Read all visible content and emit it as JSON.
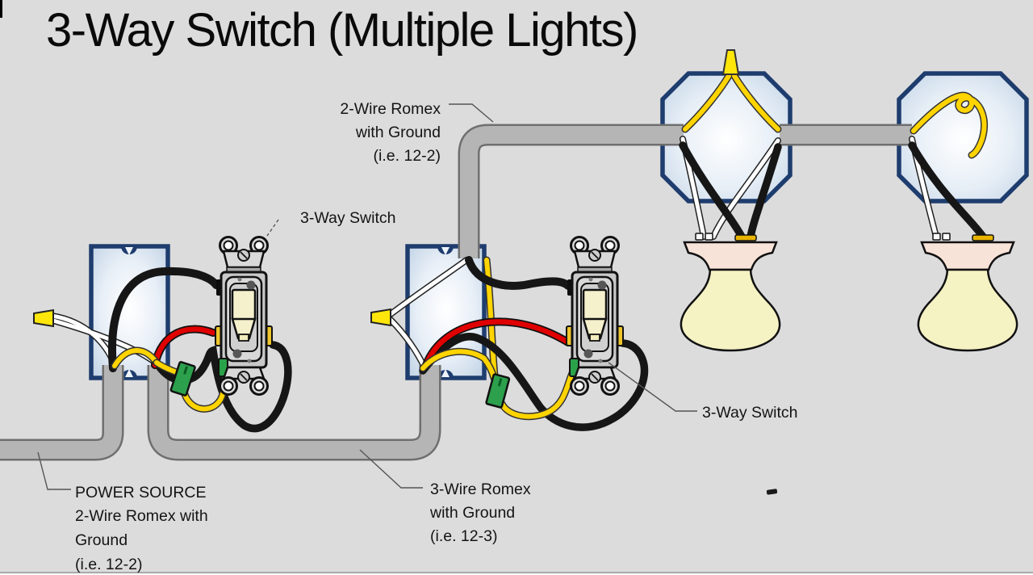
{
  "title": "3-Way Switch (Multiple Lights)",
  "annotations": {
    "romex2_top": {
      "lines": [
        "2-Wire Romex",
        "with Ground",
        "(i.e. 12-2)"
      ]
    },
    "switch_label_1": "3-Way Switch",
    "switch_label_2": "3-Way Switch",
    "power_source": {
      "lines": [
        "POWER SOURCE",
        "2-Wire Romex with",
        "Ground",
        "(i.e. 12-2)"
      ]
    },
    "romex3_bottom": {
      "lines": [
        "3-Wire Romex",
        "with Ground",
        "(i.e. 12-3)"
      ]
    }
  },
  "colors": {
    "background": "#dcdcdc",
    "box_outline_blue": "#1e3d6e",
    "box_fill_light_blue": "#cfdeee",
    "cable_sheath_gray": "#b5b5b5",
    "cable_outline_gray": "#6f6f6f",
    "wire_hot_black": "#161616",
    "wire_neutral_white": "#ffffff",
    "wire_traveler_red": "#e00000",
    "wire_ground_yellow": "#ffd400",
    "ground_crimp_green": "#2ca04c",
    "wire_nut_yellow": "#ffe60a",
    "switch_body_gray": "#c9c9c9",
    "toggle_ivory": "#f6f1cd",
    "lamp_holder_peach": "#f8e3d9",
    "bulb_pale_yellow": "#f5f2c3",
    "brass_terminal": "#e9b400",
    "text": "#141414"
  }
}
